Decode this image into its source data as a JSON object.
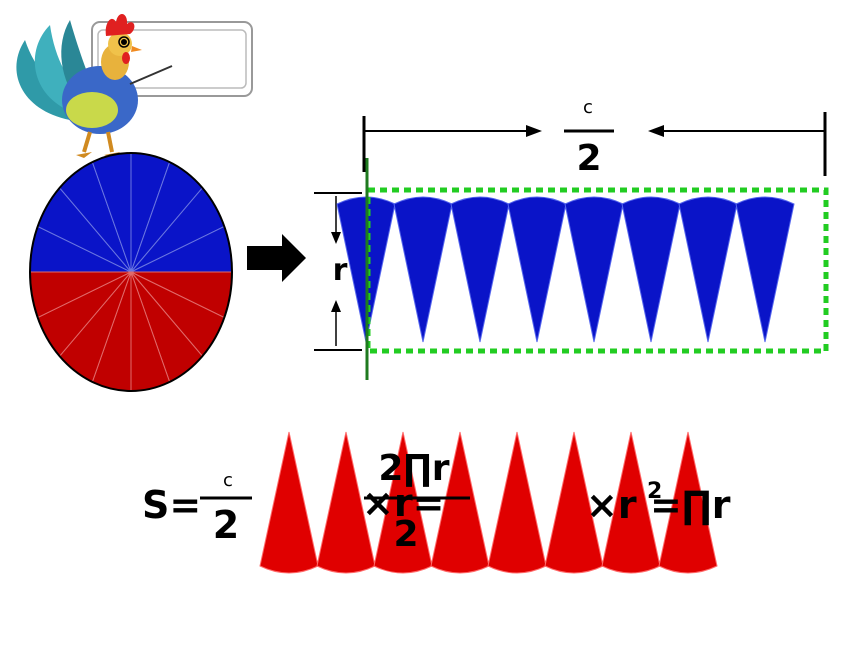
{
  "colors": {
    "blue": "#0a14c8",
    "red": "#e00000",
    "dark_red": "#c00000",
    "green_line": "#1f7a1f",
    "green_dotted": "#22cc22",
    "black": "#000000"
  },
  "icons": {
    "mascot": "rooster-icon",
    "arrow": "right-arrow-icon"
  },
  "circle": {
    "sectors": 16
  },
  "top_formula": {
    "numerator": "c",
    "denominator": "2"
  },
  "radius_label": "r",
  "rectangle": {
    "blue_wedges": 8
  },
  "bottom_formula": {
    "s_label": "S=",
    "c_numerator": "c",
    "c_denominator": "2",
    "frac_numerator": "2∏r",
    "frac_denominator": "2",
    "times_r_eq": "×r=",
    "times_r": "×r",
    "exponent": "2",
    "pi_r": "=∏r",
    "red_wedges": 8
  }
}
